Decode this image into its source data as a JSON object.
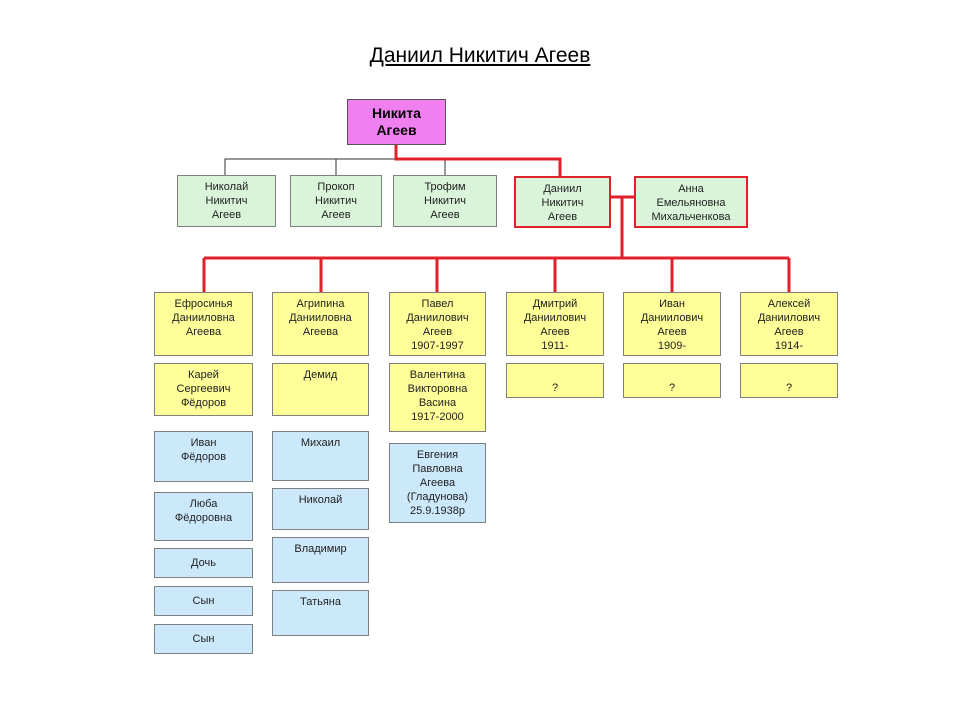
{
  "title": "Даниил Никитич Агеев",
  "colors": {
    "root": "#f080f0",
    "green": "#d9f4d9",
    "yellow": "#ffff99",
    "blue": "#cce8fb",
    "highlight": "#e0202a",
    "connector": "#333333"
  },
  "nodes": {
    "root": [
      "Никита",
      "Агеев"
    ],
    "nikolay": [
      "Николай",
      "Никитич",
      "Агеев"
    ],
    "prokop": [
      "Прокоп",
      "Никитич",
      "Агеев"
    ],
    "trofim": [
      "Трофим",
      "Никитич",
      "Агеев"
    ],
    "daniil": [
      "Даниил",
      "Никитич",
      "Агеев"
    ],
    "anna": [
      "Анна",
      "Емельяновна",
      "Михальченкова"
    ],
    "efrosinya": [
      "Ефросинья",
      "Данииловна",
      "Агеева"
    ],
    "agripina": [
      "Агрипина",
      "Данииловна",
      "Агеева"
    ],
    "pavel": [
      "Павел",
      "Даниилович",
      "Агеев",
      "1907-1997"
    ],
    "dmitriy": [
      "Дмитрий",
      "Даниилович",
      "Агеев",
      "1911-"
    ],
    "ivan": [
      "Иван",
      "Даниилович",
      "Агеев",
      "1909-"
    ],
    "aleksey": [
      "Алексей",
      "Даниилович",
      "Агеев",
      "1914-"
    ],
    "karey": [
      "Карей",
      "Сергеевич",
      "Фёдоров"
    ],
    "demid": [
      "Демид"
    ],
    "valentina": [
      "Валентина",
      "Викторовна",
      "Васина",
      "1917-2000"
    ],
    "dmitriy_spouse": [
      "?"
    ],
    "ivan_spouse": [
      "?"
    ],
    "aleksey_spouse": [
      "?"
    ],
    "ivan_fedorov": [
      "Иван",
      "Фёдоров"
    ],
    "lyuba": [
      "Люба",
      "Фёдоровна"
    ],
    "doch": [
      "Дочь"
    ],
    "syn1": [
      "Сын"
    ],
    "syn2": [
      "Сын"
    ],
    "mikhail": [
      "Михаил"
    ],
    "nikolay2": [
      "Николай"
    ],
    "vladimir": [
      "Владимир"
    ],
    "tatyana": [
      "Татьяна"
    ],
    "evgeniya": [
      "Евгения",
      "Павловна",
      "Агеева",
      "(Гладунова)",
      "25.9.1938р"
    ]
  }
}
